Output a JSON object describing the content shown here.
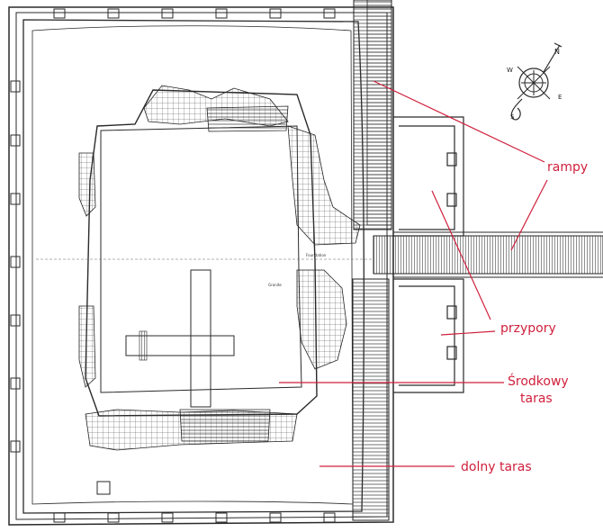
{
  "labels": {
    "rampy": "rampy",
    "przypory": "przypory",
    "srodkowy_line1": "Środkowy",
    "srodkowy_line2": "taras",
    "dolny": "dolny taras"
  },
  "small_notes": {
    "note_a": "Foundation",
    "note_b": "Granite"
  },
  "compass": {
    "north": "N",
    "south": "S",
    "east": "E",
    "west": "W"
  },
  "colors": {
    "ink": "#2a2a2a",
    "label_red": "#d0203c",
    "paper": "#ffffff"
  }
}
